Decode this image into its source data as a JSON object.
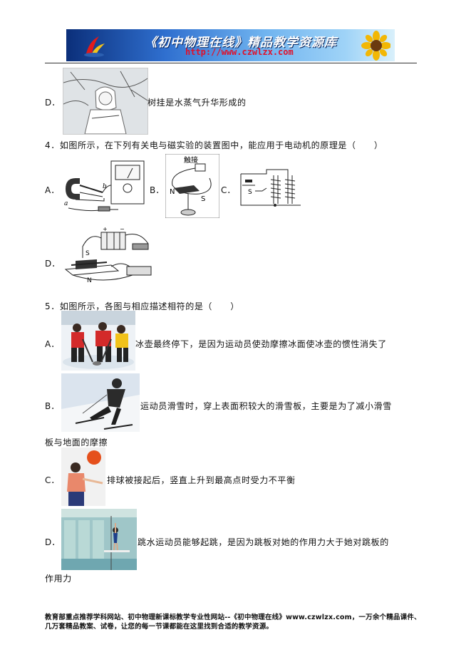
{
  "header": {
    "title": "《初中物理在线》精品教学资源库",
    "url": "http://www.czwlzx.com"
  },
  "q3": {
    "optD_label": "D．",
    "optD_text": "树挂是水蒸气升华形成的"
  },
  "q4": {
    "stem": "4．如图所示，在下列有关电与磁实验的装置图中，能应用于电动机的原理是（　　）",
    "optA_label": "A．",
    "optB_label": "B．",
    "optC_label": "C．",
    "optD_label": "D．",
    "figB_touch": "触接",
    "figB_N": "N",
    "figB_S": "S",
    "figA_a": "a",
    "figA_b": "b",
    "figC_S": "S",
    "figD_S": "S",
    "figD_N": "N"
  },
  "q5": {
    "stem": "5．如图所示，各图与相应描述相符的是（　　）",
    "optA_label": "A．",
    "optA_text": "冰壶最终停下，是因为运动员使劲摩擦冰面使冰壶的惯性消失了",
    "optB_label": "B．",
    "optB_text1": "运动员滑雪时，穿上表面积较大的滑雪板，主要是为了减小滑雪",
    "optB_text2": "板与地面的摩擦",
    "optC_label": "C．",
    "optC_text": "排球被接起后，竖直上升到最高点时受力不平衡",
    "optD_label": "D．",
    "optD_text1": "跳水运动员能够起跳，是因为跳板对她的作用力大于她对跳板的",
    "optD_text2": "作用力"
  },
  "footer": {
    "line1": "教育部重点推荐学科网站、初中物理新课标教学专业性网站--《初中物理在线》www.czwlzx.com，一万余个精品课件、",
    "line2": "几万套精品教案、试卷，让您的每一节课都能在这里找到合适的教学资源。"
  }
}
